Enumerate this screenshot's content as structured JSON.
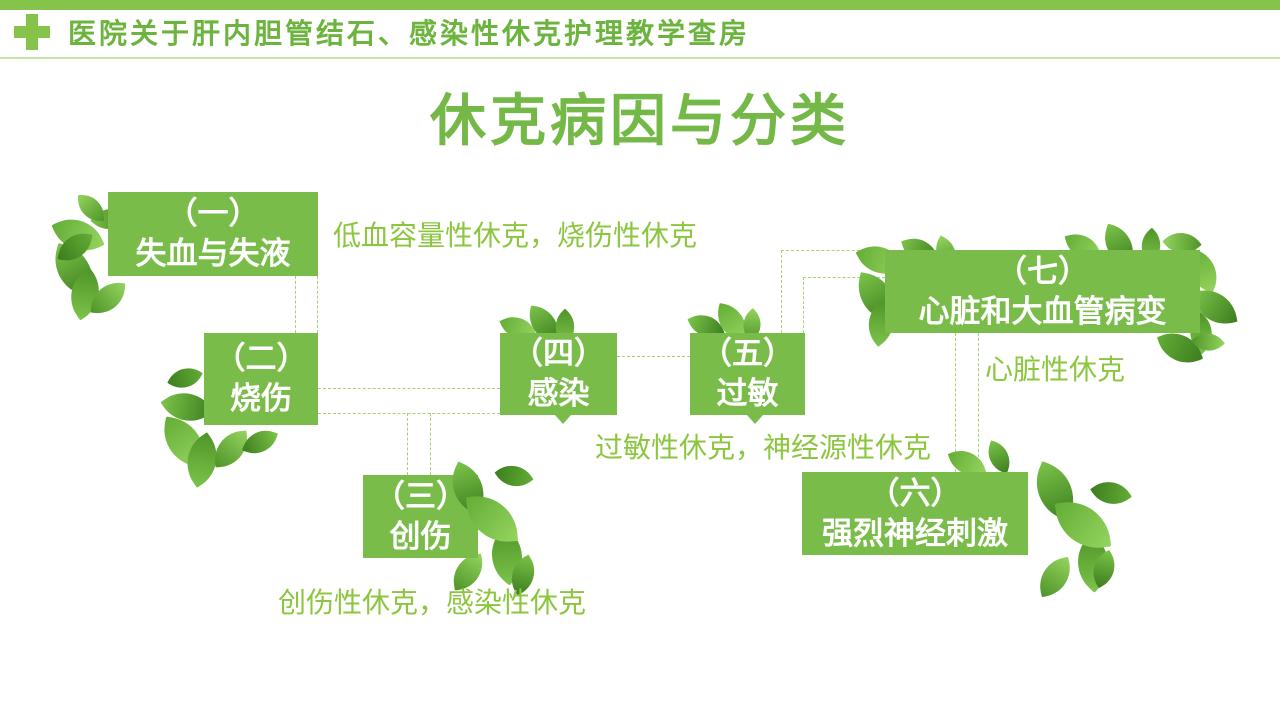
{
  "header": {
    "title": "医院关于肝内胆管结石、感染性休克护理教学查房"
  },
  "slide_title": "休克病因与分类",
  "nodes": [
    {
      "number": "（一）",
      "label": "失血与失液"
    },
    {
      "number": "（二）",
      "label": "烧伤"
    },
    {
      "number": "（三）",
      "label": "创伤"
    },
    {
      "number": "（四）",
      "label": "感染"
    },
    {
      "number": "（五）",
      "label": "过敏"
    },
    {
      "number": "（六）",
      "label": "强烈神经刺激"
    },
    {
      "number": "（七）",
      "label": "心脏和大血管病变"
    }
  ],
  "annotations": {
    "hypovolemic": "低血容量性休克，烧伤性休克",
    "allergic": "过敏性休克，神经源性休克",
    "cardiac": "心脏性休克",
    "traumatic": "创伤性休克，感染性休克"
  },
  "colors": {
    "bar_green": "#86c34a",
    "header_green": "#6cb43d",
    "title_green": "#74b848",
    "box_green": "#7abc49",
    "label_green": "#8cc63f",
    "line_green": "#a9d072"
  }
}
